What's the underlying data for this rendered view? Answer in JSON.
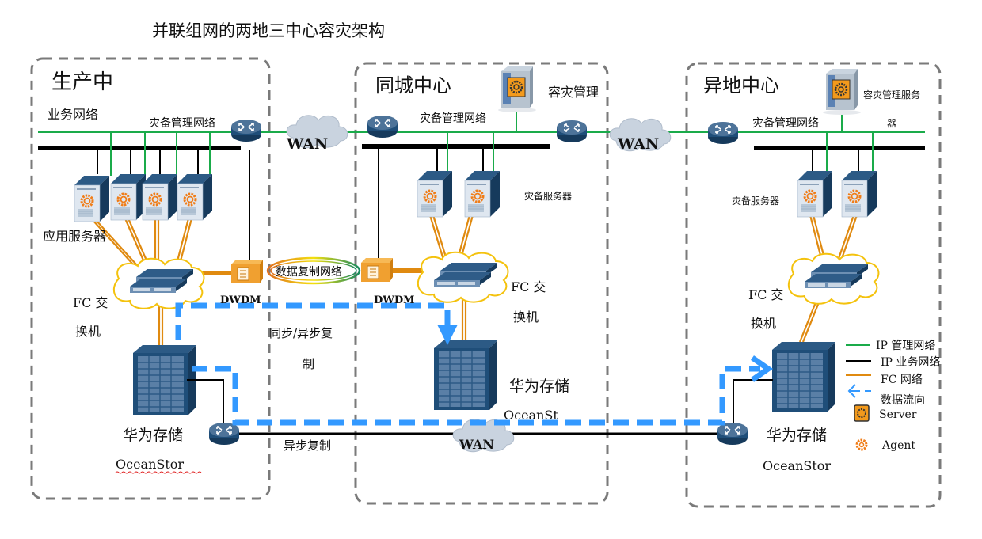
{
  "title": "并联组网的两地三中心容灾架构",
  "colors": {
    "ip_management": "#1aab4a",
    "ip_service": "#000000",
    "fc": "#e08a10",
    "data_flow": "#3399ff",
    "zone_border": "#7a7a7a",
    "device_blue": "#1f4e79"
  },
  "zones": {
    "production": {
      "title": "生产中",
      "service_network_label": "业务网络",
      "mgmt_network_label": "灾备管理网络",
      "servers_label": "应用服务器",
      "fc_switch_label_1": "FC 交",
      "fc_switch_label_2": "换机",
      "storage_label": "华为存储",
      "storage_model": "OceanStor",
      "dwdm_label": "DWDM"
    },
    "same_city": {
      "title": "同城中心",
      "mgmt_server_label": "容灾管理",
      "mgmt_network_label": "灾备管理网络",
      "servers_label": "灾备服务器",
      "fc_switch_label_1": "FC 交",
      "fc_switch_label_2": "换机",
      "storage_label": "华为存储",
      "storage_model": "OceanSt",
      "dwdm_label": "DWDM"
    },
    "remote": {
      "title": "异地中心",
      "mgmt_server_label_1": "容灾管理服务",
      "mgmt_server_label_2": "器",
      "mgmt_network_label": "灾备管理网络",
      "servers_label": "灾备服务器",
      "fc_switch_label_1": "FC 交",
      "fc_switch_label_2": "换机",
      "storage_label": "华为存储",
      "storage_model": "OceanStor"
    }
  },
  "links": {
    "wan_1": "WAN",
    "wan_2": "WAN",
    "wan_3": "WAN",
    "replication_network": "数据复制网络",
    "sync_async_1": "同步/异步复",
    "sync_async_2": "制",
    "async_replication": "异步复制"
  },
  "legend": [
    {
      "icon": "green-line",
      "label": "IP 管理网络"
    },
    {
      "icon": "black-line",
      "label": "IP 业务网络"
    },
    {
      "icon": "orange-line",
      "label": "FC 网络"
    },
    {
      "icon": "blue-dashed-arrow",
      "label": "数据流向"
    },
    {
      "icon": "server-gear-icon",
      "label": "Server"
    },
    {
      "icon": "agent-gear-icon",
      "label": "Agent"
    }
  ]
}
